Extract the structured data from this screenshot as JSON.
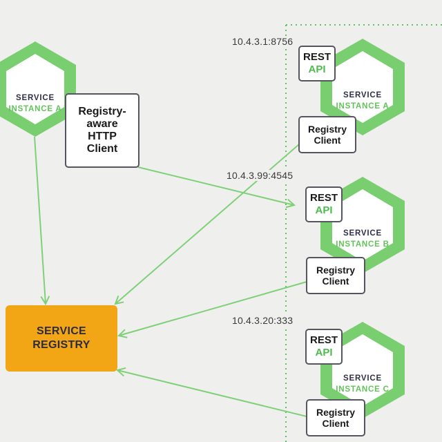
{
  "colors": {
    "hexagon_fill": "#79cf6f",
    "arrow": "#7fd078",
    "registry_fill": "#f2a515",
    "dotted_border": "#5cc45c"
  },
  "service_instance_a_client": {
    "hex_line1": "SERVICE",
    "hex_line2": "INSTANCE A",
    "http_client": [
      "Registry-",
      "aware",
      "HTTP",
      "Client"
    ]
  },
  "service_registry": [
    "SERVICE",
    "REGISTRY"
  ],
  "instances": [
    {
      "ip": "10.4.3.1:8756",
      "rest": [
        "REST",
        "API"
      ],
      "hex_line1": "SERVICE",
      "hex_line2": "INSTANCE A",
      "registry_client": [
        "Registry",
        "Client"
      ]
    },
    {
      "ip": "10.4.3.99:4545",
      "rest": [
        "REST",
        "API"
      ],
      "hex_line1": "SERVICE",
      "hex_line2": "INSTANCE B",
      "registry_client": [
        "Registry",
        "Client"
      ]
    },
    {
      "ip": "10.4.3.20:333",
      "rest": [
        "REST",
        "API"
      ],
      "hex_line1": "SERVICE",
      "hex_line2": "INSTANCE C",
      "registry_client": [
        "Registry",
        "Client"
      ]
    }
  ]
}
